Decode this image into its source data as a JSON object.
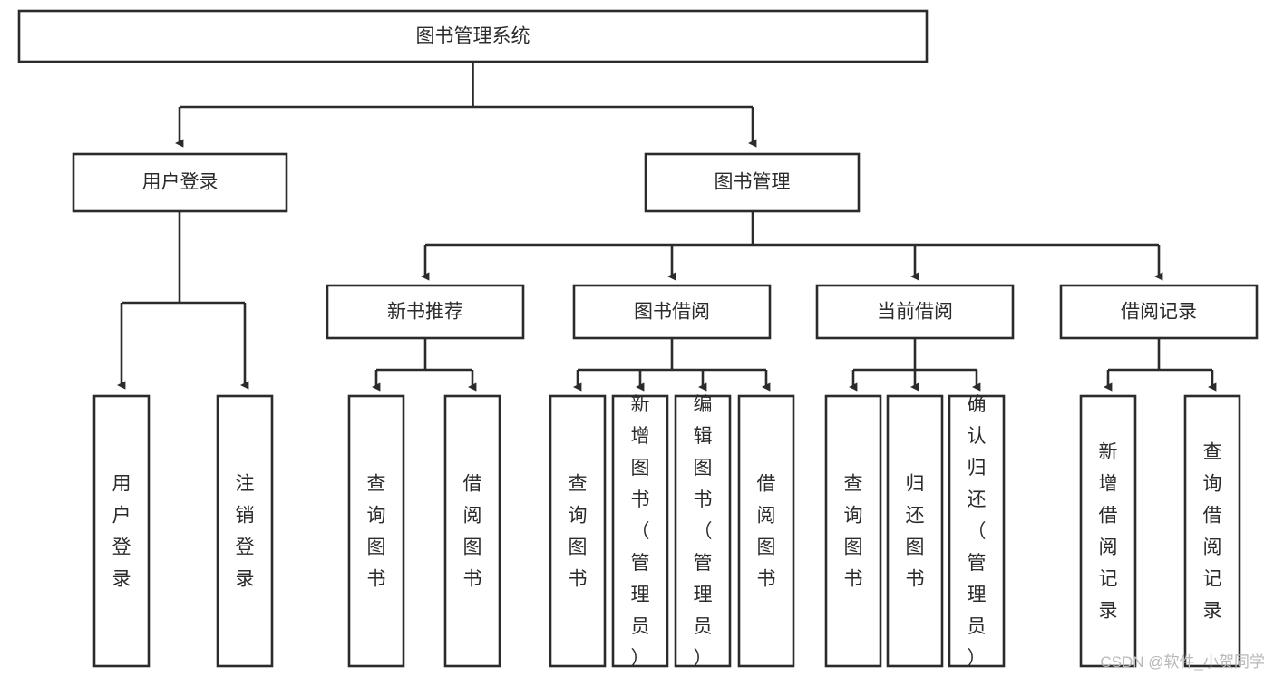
{
  "diagram": {
    "title": "图书管理系统",
    "type": "tree-hierarchy-flowchart",
    "orientation": "top-down",
    "colors": {
      "box_fill": "#ffffff",
      "box_stroke": "#2b2b2b",
      "connector": "#2b2b2b",
      "text": "#2b2b2b",
      "watermark": "#b8b8b8",
      "background": "#ffffff"
    }
  },
  "root": {
    "label": "图书管理系统"
  },
  "level2": [
    {
      "id": "user-login",
      "label": "用户登录"
    },
    {
      "id": "book-management",
      "label": "图书管理"
    }
  ],
  "level3": [
    {
      "id": "new-book-recommend",
      "label": "新书推荐",
      "parent": "book-management"
    },
    {
      "id": "book-borrow",
      "label": "图书借阅",
      "parent": "book-management"
    },
    {
      "id": "current-borrow",
      "label": "当前借阅",
      "parent": "book-management"
    },
    {
      "id": "borrow-record",
      "label": "借阅记录",
      "parent": "book-management"
    }
  ],
  "leaves": {
    "user-login": [
      {
        "id": "leaf-user-login",
        "label": "用户登录"
      },
      {
        "id": "leaf-user-logout",
        "label": "注销登录"
      }
    ],
    "new-book-recommend": [
      {
        "id": "leaf-query-book-1",
        "label": "查询图书"
      },
      {
        "id": "leaf-borrow-book-1",
        "label": "借阅图书"
      }
    ],
    "book-borrow": [
      {
        "id": "leaf-query-book-2",
        "label": "查询图书"
      },
      {
        "id": "leaf-add-book",
        "label": "新增图书（管理员）"
      },
      {
        "id": "leaf-edit-book",
        "label": "编辑图书（管理员）"
      },
      {
        "id": "leaf-borrow-book-2",
        "label": "借阅图书"
      }
    ],
    "current-borrow": [
      {
        "id": "leaf-query-book-3",
        "label": "查询图书"
      },
      {
        "id": "leaf-return-book",
        "label": "归还图书"
      },
      {
        "id": "leaf-confirm-return",
        "label": "确认归还（管理员）"
      }
    ],
    "borrow-record": [
      {
        "id": "leaf-add-record",
        "label": "新增借阅记录"
      },
      {
        "id": "leaf-query-record",
        "label": "查询借阅记录"
      }
    ]
  },
  "watermark": {
    "text": "CSDN @软件_小贺同学"
  }
}
